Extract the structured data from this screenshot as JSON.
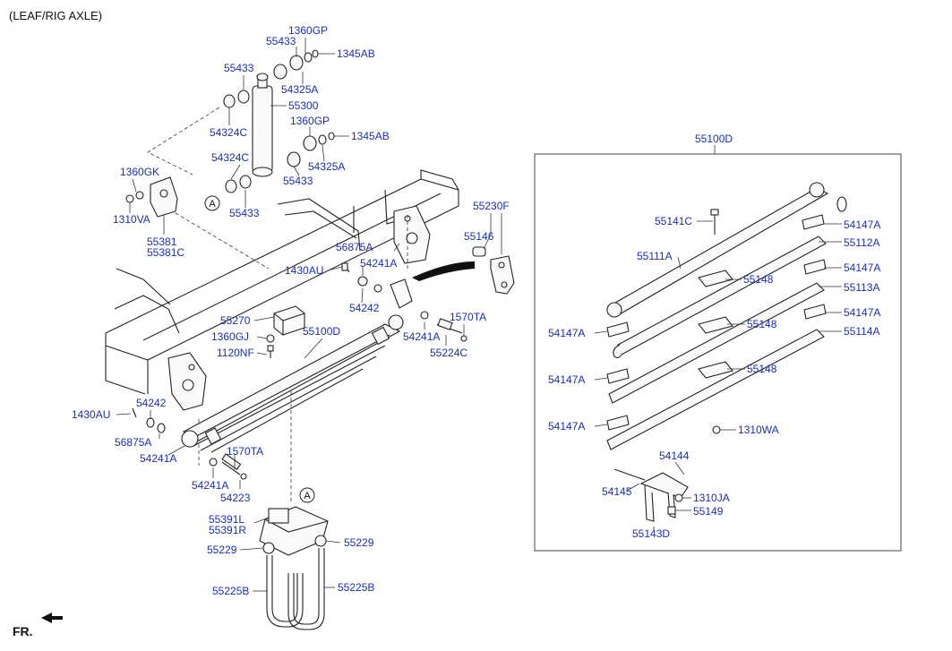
{
  "header": {
    "title": "(LEAF/RIG AXLE)"
  },
  "footer": {
    "direction_label": "FR."
  },
  "assembly_box_label": "55100D",
  "callouts": {
    "a_top": "A",
    "a_bottom": "A"
  },
  "parts": {
    "p_1360GP_a": "1360GP",
    "p_55433_a": "55433",
    "p_1345AB_a": "1345AB",
    "p_55433_b": "55433",
    "p_54325A_a": "54325A",
    "p_55300": "55300",
    "p_1360GP_b": "1360GP",
    "p_54324C_a": "54324C",
    "p_1345AB_b": "1345AB",
    "p_54324C_b": "54324C",
    "p_54325A_b": "54325A",
    "p_1360GK": "1360GK",
    "p_55433_c": "55433",
    "p_55433_d": "55433",
    "p_1310VA": "1310VA",
    "p_55381": "55381",
    "p_55381C": "55381C",
    "p_55230F": "55230F",
    "p_55146": "55146",
    "p_56875A_a": "56875A",
    "p_1430AU_a": "1430AU",
    "p_54241A_a": "54241A",
    "p_54242_a": "54242",
    "p_55270": "55270",
    "p_1570TA_a": "1570TA",
    "p_55100D_main": "55100D",
    "p_1360GJ": "1360GJ",
    "p_54241A_b": "54241A",
    "p_1120NF": "1120NF",
    "p_55224C": "55224C",
    "p_1430AU_b": "1430AU",
    "p_54242_b": "54242",
    "p_56875A_b": "56875A",
    "p_54241A_c": "54241A",
    "p_1570TA_b": "1570TA",
    "p_54241A_d": "54241A",
    "p_54223": "54223",
    "p_55391L": "55391L",
    "p_55391R": "55391R",
    "p_55229_a": "55229",
    "p_55229_b": "55229",
    "p_55225B_a": "55225B",
    "p_55225B_b": "55225B",
    "p_55141C": "55141C",
    "p_54147A_a": "54147A",
    "p_55112A": "55112A",
    "p_55111A": "55111A",
    "p_54147A_b": "54147A",
    "p_55148_a": "55148",
    "p_55113A": "55113A",
    "p_54147A_c": "54147A",
    "p_54147A_d": "54147A",
    "p_55148_b": "55148",
    "p_55114A": "55114A",
    "p_54147A_e": "54147A",
    "p_55148_c": "55148",
    "p_54147A_f": "54147A",
    "p_1310WA": "1310WA",
    "p_54144": "54144",
    "p_54145": "54145",
    "p_1310JA": "1310JA",
    "p_55149": "55149",
    "p_55143D": "55143D"
  }
}
